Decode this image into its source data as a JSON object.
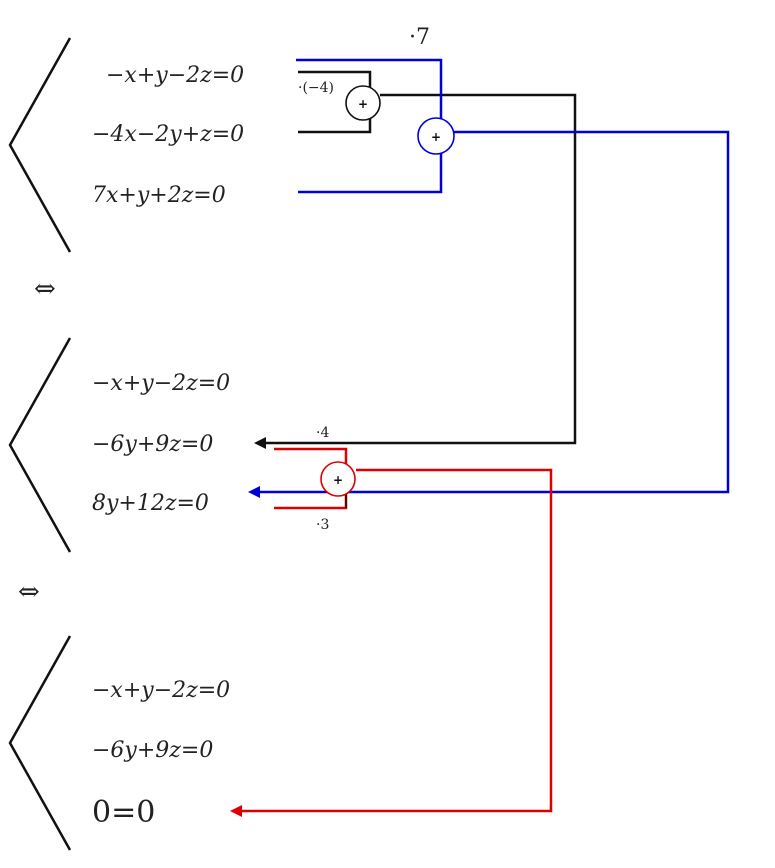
{
  "system1": {
    "eq1": "−x+y−2z=0",
    "eq2": "−4x−2y+z=0",
    "eq3": "7x+y+2z=0"
  },
  "equiv1": "⇔",
  "system2": {
    "eq1": "−x+y−2z=0",
    "eq2": "−6y+9z=0",
    "eq3": "8y+12z=0"
  },
  "equiv2": "⇔",
  "system3": {
    "eq1": "−x+y−2z=0",
    "eq2": "−6y+9z=0",
    "eq3": "0=0"
  },
  "annotations": {
    "mult_7": "·7",
    "mult_neg4": "·(−4)",
    "mult_4": "·4",
    "mult_3": "·3",
    "plus": "+"
  },
  "colors": {
    "black": "#111111",
    "blue": "#0000dd",
    "red": "#dd0000"
  }
}
